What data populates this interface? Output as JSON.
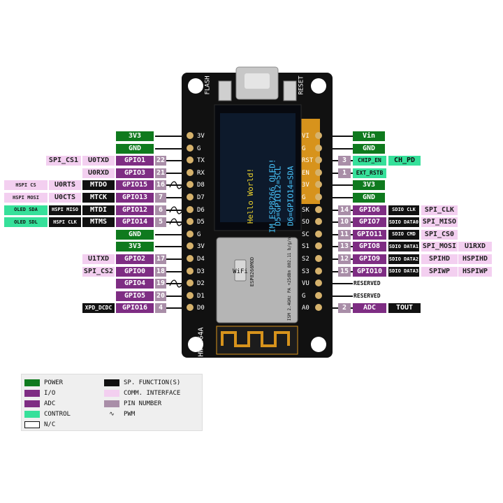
{
  "board": {
    "model": "HW-364A",
    "flash_label": "FLASH",
    "reset_label": "RESET",
    "module": "ESP8266MOD",
    "module_detail": "ISM 2.4GHz PA +25dBm 802.11 b/g/n",
    "oled_text": [
      "Hello World!",
      "IM ESP8266 OLED!",
      "D5=GPIO12=SCL",
      "D6=GPIO14=SDA"
    ],
    "left_silk": [
      "3V",
      "G",
      "TX",
      "RX",
      "D8",
      "D7",
      "D6",
      "D5",
      "G",
      "3V",
      "D4",
      "D3",
      "D2",
      "D1",
      "D0"
    ],
    "right_silk": [
      "VI",
      "G",
      "RST",
      "EN",
      "3V",
      "G",
      "SK",
      "SO",
      "SC",
      "S1",
      "S2",
      "S3",
      "VU",
      "G",
      "A0"
    ]
  },
  "left_rows": [
    {
      "comm": "",
      "func": "",
      "gpio": "3V3",
      "num": "",
      "kind": "power"
    },
    {
      "comm": "",
      "func": "",
      "gpio": "GND",
      "num": "",
      "kind": "power"
    },
    {
      "comm": "SPI_CS1",
      "func": "U0TXD",
      "gpio": "GPIO1",
      "num": "22",
      "kind": "gpio"
    },
    {
      "comm": "",
      "func": "U0RXD",
      "gpio": "GPIO3",
      "num": "21",
      "kind": "gpio"
    },
    {
      "comm": "HSPI CS",
      "func": "U0RTS",
      "gpio": "GPIO15",
      "num": "16",
      "kind": "gpio",
      "extra": "MTDO",
      "pwm": true
    },
    {
      "comm": "HSPI MOSI",
      "func": "U0CTS",
      "gpio": "GPIO13",
      "num": "7",
      "kind": "gpio",
      "extra": "MTCK"
    },
    {
      "comm": "OLED SDA",
      "func": "HSPI MISO",
      "gpio": "GPIO12",
      "num": "6",
      "kind": "gpio",
      "extra": "MTDI",
      "pwm": true
    },
    {
      "comm": "OLED SDL",
      "func": "HSPI CLK",
      "gpio": "GPIO14",
      "num": "5",
      "kind": "gpio",
      "extra": "MTMS",
      "pwm": true
    },
    {
      "comm": "",
      "func": "",
      "gpio": "GND",
      "num": "",
      "kind": "power"
    },
    {
      "comm": "",
      "func": "",
      "gpio": "3V3",
      "num": "",
      "kind": "power"
    },
    {
      "comm": "",
      "func": "U1TXD",
      "gpio": "GPIO2",
      "num": "17",
      "kind": "gpio"
    },
    {
      "comm": "",
      "func": "SPI_CS2",
      "gpio": "GPIO0",
      "num": "18",
      "kind": "gpio"
    },
    {
      "comm": "",
      "func": "",
      "gpio": "GPIO4",
      "num": "19",
      "kind": "gpio",
      "pwm": true
    },
    {
      "comm": "",
      "func": "",
      "gpio": "GPIO5",
      "num": "20",
      "kind": "gpio"
    },
    {
      "comm": "",
      "func": "XPD_DCDC",
      "gpio": "GPIO16",
      "num": "4",
      "kind": "gpio"
    }
  ],
  "right_rows": [
    {
      "num": "",
      "gpio": "Vin",
      "kind": "power"
    },
    {
      "num": "",
      "gpio": "GND",
      "kind": "power"
    },
    {
      "num": "3",
      "gpio": "CHIP_EN",
      "kind": "sp",
      "extra": "CH_PD"
    },
    {
      "num": "1",
      "gpio": "EXT_RSTB",
      "kind": "sp"
    },
    {
      "num": "",
      "gpio": "3V3",
      "kind": "power"
    },
    {
      "num": "",
      "gpio": "GND",
      "kind": "power"
    },
    {
      "num": "14",
      "gpio": "GPIO6",
      "sdio": "SDIO CLK",
      "comm": "SPI_CLK",
      "kind": "gpio"
    },
    {
      "num": "10",
      "gpio": "GPIO7",
      "sdio": "SDIO DATA0",
      "comm": "SPI_MISO",
      "kind": "gpio"
    },
    {
      "num": "11",
      "gpio": "GPIO11",
      "sdio": "SDIO CMD",
      "comm": "SPI_CS0",
      "kind": "gpio"
    },
    {
      "num": "13",
      "gpio": "GPIO8",
      "sdio": "SDIO DATA1",
      "comm": "SPI_MOSI",
      "extra": "U1RXD",
      "kind": "gpio"
    },
    {
      "num": "12",
      "gpio": "GPIO9",
      "sdio": "SDIO DATA2",
      "comm": "SPIHD",
      "extra": "HSPIHD",
      "kind": "gpio"
    },
    {
      "num": "15",
      "gpio": "GPIO10",
      "sdio": "SDIO DATA3",
      "comm": "SPIWP",
      "extra": "HSPIWP",
      "kind": "gpio"
    },
    {
      "num": "",
      "gpio": "RESERVED",
      "kind": "plain"
    },
    {
      "num": "",
      "gpio": "RESERVED",
      "kind": "plain"
    },
    {
      "num": "2",
      "gpio": "ADC",
      "extra": "TOUT",
      "kind": "gpio"
    }
  ],
  "legend": [
    {
      "label": "POWER",
      "color": "#0f7a1e"
    },
    {
      "label": "I/O",
      "color": "#7e2d83"
    },
    {
      "label": "ADC",
      "color": "#7e2d83"
    },
    {
      "label": "CONTROL",
      "color": "#36e09a"
    },
    {
      "label": "N/C",
      "color": "#ffffff"
    },
    {
      "label": "SP. FUNCTION(S)",
      "color": "#111111"
    },
    {
      "label": "COMM. INTERFACE",
      "color": "#f3cff0"
    },
    {
      "label": "PIN NUMBER",
      "color": "#a98ea8"
    },
    {
      "label": "PWM",
      "color": ""
    }
  ]
}
